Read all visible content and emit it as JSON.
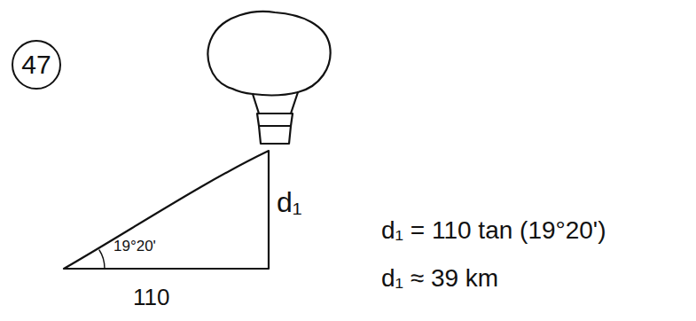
{
  "diagram": {
    "nodes": [
      {
        "text": [
          "47"
        ]
      }
    ],
    "labels": [
      "19°20'",
      "110",
      "d₁",
      "d₁ = 110 tan (19°20')",
      "d₁ ≈ 39 km"
    ]
  }
}
